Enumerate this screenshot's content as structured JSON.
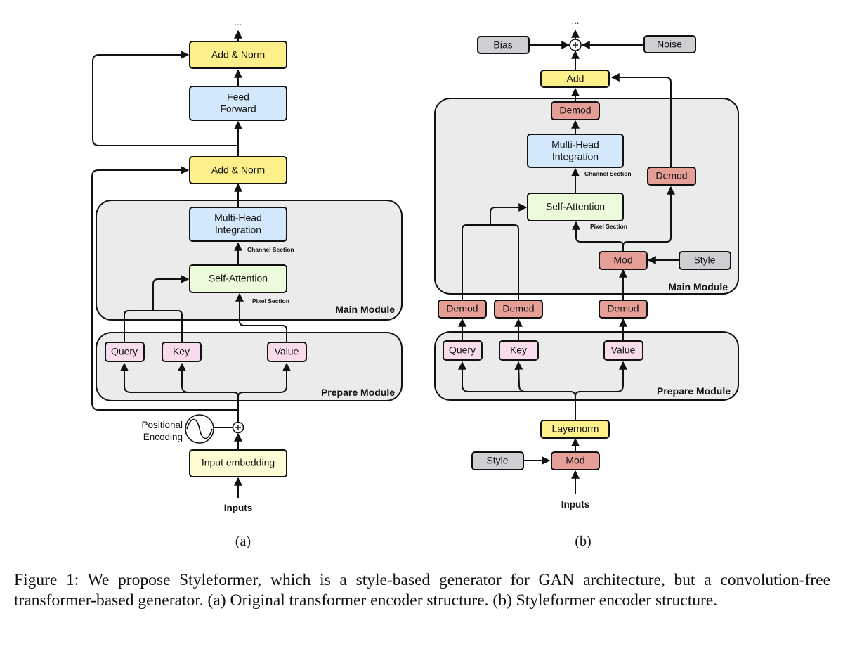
{
  "colors": {
    "yellow": "#fdf08b",
    "pale_yellow": "#fefcd3",
    "blue": "#d3e8fb",
    "green": "#ecfbdc",
    "pink": "#f9dcec",
    "red": "#e69f97",
    "gray": "#d1ced3",
    "module_bg": "#ebebeb",
    "stroke": "#111111"
  },
  "diagram_a": {
    "subfigure_label": "(a)",
    "top_dots": "...",
    "add_norm_top": "Add & Norm",
    "feed_forward": [
      "Feed",
      "Forward"
    ],
    "add_norm_bottom": "Add & Norm",
    "multi_head": [
      "Multi-Head",
      "Integration"
    ],
    "channel_section": "Channel Section",
    "self_attention": "Self-Attention",
    "pixel_section": "Pixel Section",
    "main_module": "Main Module",
    "query": "Query",
    "key": "Key",
    "value": "Value",
    "prepare_module": "Prepare Module",
    "positional_encoding": [
      "Positional",
      "Encoding"
    ],
    "plus": "+",
    "input_embedding": "Input embedding",
    "inputs": "Inputs"
  },
  "diagram_b": {
    "subfigure_label": "(b)",
    "top_dots": "...",
    "bias": "Bias",
    "noise": "Noise",
    "plus": "+",
    "add": "Add",
    "demod_top": "Demod",
    "multi_head": [
      "Multi-Head",
      "Integration"
    ],
    "channel_section": "Channel Section",
    "demod_right": "Demod",
    "self_attention": "Self-Attention",
    "pixel_section": "Pixel Section",
    "mod_main": "Mod",
    "style_main": "Style",
    "main_module": "Main Module",
    "demod_query": "Demod",
    "demod_key": "Demod",
    "demod_value": "Demod",
    "query": "Query",
    "key": "Key",
    "value": "Value",
    "prepare_module": "Prepare Module",
    "layernorm": "Layernorm",
    "style_input": "Style",
    "mod_input": "Mod",
    "inputs": "Inputs"
  },
  "caption": "Figure 1: We propose Styleformer, which is a style-based generator for GAN architecture, but a convolution-free transformer-based generator. (a) Original transformer encoder structure. (b) Styleformer encoder structure."
}
